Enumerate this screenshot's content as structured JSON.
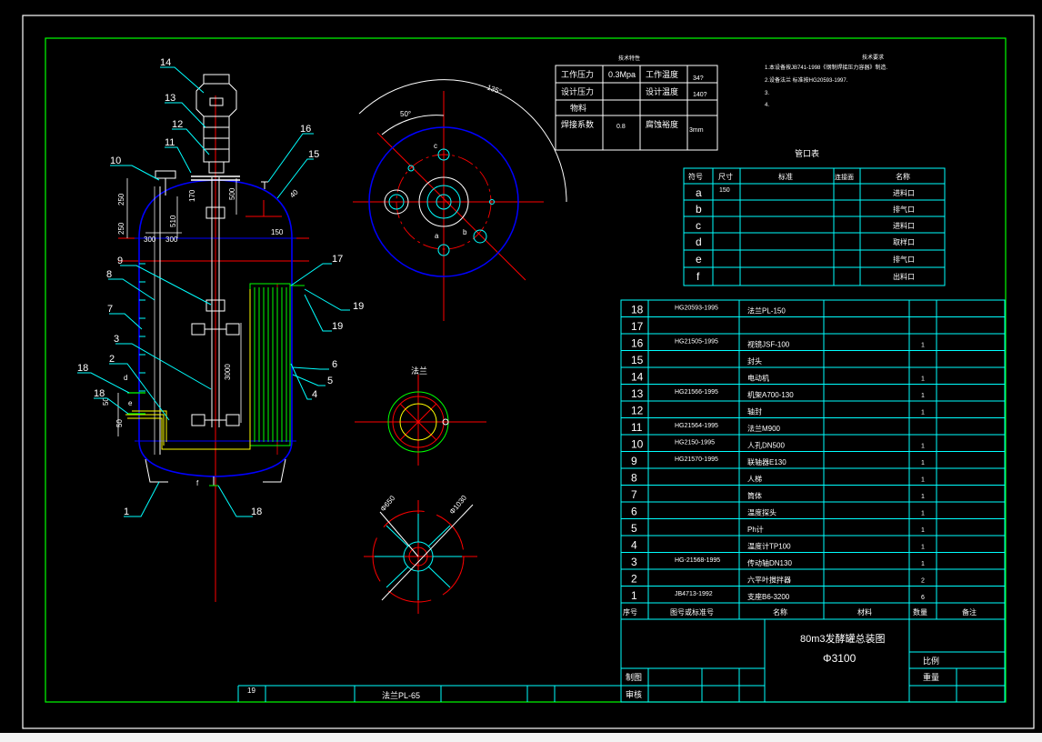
{
  "colors": {
    "background": "#000000",
    "frame": "#ffffff",
    "border": "#00ff00",
    "table": "#00ffff",
    "vessel": "#0000ff",
    "centerline": "#ff0000",
    "coil": "#00ff00",
    "motor": "#ffffff",
    "leader": "#00ffff"
  },
  "tech_table": {
    "title": "技术特性",
    "rows": [
      [
        "工作压力",
        "0.3Mpa",
        "工作温度",
        "34?"
      ],
      [
        "设计压力",
        "",
        "设计温度",
        "140?"
      ],
      [
        "物料",
        "",
        "",
        ""
      ],
      [
        "焊接系数",
        "0.8",
        "腐蚀裕度",
        "3mm"
      ]
    ]
  },
  "tech_requirements": {
    "title": "技术要求",
    "lines": [
      "1.本设备按JB741-1998《钢制焊接压力容器》制造.",
      "2.设备法兰 标准按HG20593-1997.",
      "3.",
      "4."
    ]
  },
  "nozzle_table": {
    "title": "管口表",
    "headers": [
      "符号",
      "尺寸",
      "标准",
      "连接面",
      "名称"
    ],
    "rows": [
      [
        "a",
        "150",
        "",
        "",
        "进料口"
      ],
      [
        "b",
        "",
        "",
        "",
        "排气口"
      ],
      [
        "c",
        "",
        "",
        "",
        "进料口"
      ],
      [
        "d",
        "",
        "",
        "",
        "取样口"
      ],
      [
        "e",
        "",
        "",
        "",
        "排气口"
      ],
      [
        "f",
        "",
        "",
        "",
        "出料口"
      ]
    ]
  },
  "parts_list": {
    "rows": [
      [
        "18",
        "HG20593-1995",
        "法兰PL-150",
        "",
        "",
        ""
      ],
      [
        "17",
        "",
        "",
        "",
        "",
        ""
      ],
      [
        "16",
        "HG21505-1995",
        "视镜JSF-100",
        "",
        "1",
        ""
      ],
      [
        "15",
        "",
        "封头",
        "",
        "",
        ""
      ],
      [
        "14",
        "",
        "电动机",
        "",
        "1",
        ""
      ],
      [
        "13",
        "HG21566-1995",
        "机架A700-130",
        "",
        "1",
        ""
      ],
      [
        "12",
        "",
        "轴封",
        "",
        "1",
        ""
      ],
      [
        "11",
        "HG21564-1995",
        "法兰M900",
        "",
        "",
        ""
      ],
      [
        "10",
        "HG2150-1995",
        "人孔DN500",
        "",
        "1",
        ""
      ],
      [
        "9",
        "HG21570-1995",
        "联轴器E130",
        "",
        "1",
        ""
      ],
      [
        "8",
        "",
        "人梯",
        "",
        "1",
        ""
      ],
      [
        "7",
        "",
        "筒体",
        "",
        "1",
        ""
      ],
      [
        "6",
        "",
        "温度探头",
        "",
        "1",
        ""
      ],
      [
        "5",
        "",
        "Ph计",
        "",
        "1",
        ""
      ],
      [
        "4",
        "",
        "温度计TP100",
        "",
        "1",
        ""
      ],
      [
        "3",
        "HG-21568-1995",
        "传动轴DN130",
        "",
        "1",
        ""
      ],
      [
        "2",
        "",
        "六平叶搅拌器",
        "",
        "2",
        ""
      ],
      [
        "1",
        "JB4713-1992",
        "支座B6-3200",
        "",
        "6",
        ""
      ]
    ],
    "headers": [
      "序号",
      "图号或标准号",
      "名称",
      "材料",
      "数量",
      "备注"
    ]
  },
  "title_block": {
    "title": "80m3发酵罐总装图",
    "subtitle": "Φ3100",
    "scale_label": "比例",
    "weight_label": "重量",
    "drawn_label": "制图",
    "checked_label": "审核"
  },
  "bottom_row": {
    "num": "19",
    "name": "法兰PL-65"
  },
  "main_view": {
    "callouts": [
      "14",
      "13",
      "12",
      "11",
      "10",
      "16",
      "15",
      "9",
      "8",
      "7",
      "3",
      "2",
      "18",
      "18",
      "1",
      "18",
      "17",
      "19",
      "19",
      "6",
      "5",
      "4"
    ],
    "dims": [
      "250",
      "250",
      "300",
      "300",
      "510",
      "170",
      "150",
      "500",
      "3000",
      "50",
      "50"
    ],
    "letters": [
      "d",
      "e",
      "f"
    ]
  },
  "top_view": {
    "angles": [
      "135°",
      "50°"
    ],
    "letters": [
      "c",
      "a",
      "b"
    ],
    "dim": "40"
  },
  "small_views": {
    "section_label": "法兰",
    "dim1": "Φ650",
    "dim2": "Φ1030"
  }
}
